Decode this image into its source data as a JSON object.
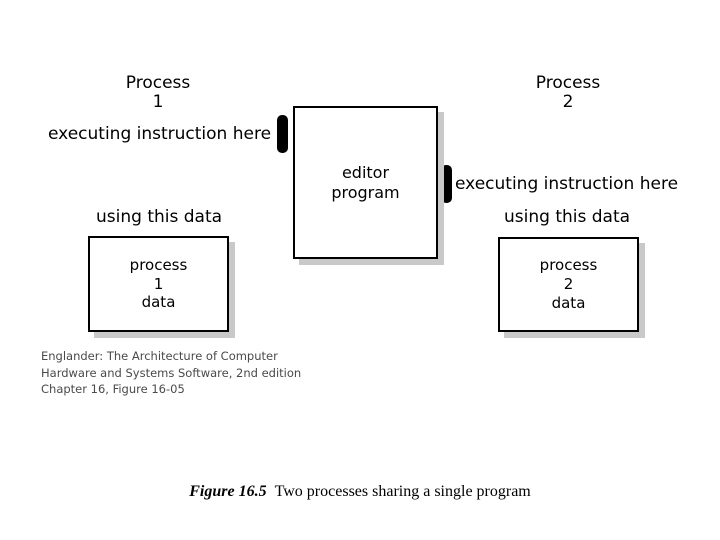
{
  "figure": {
    "number_label": "Figure 16.5",
    "caption_text": "Two processes sharing a single program"
  },
  "attribution": {
    "line1": "Englander: The Architecture of Computer",
    "line2": "Hardware and Systems Software, 2nd edition",
    "line3": "Chapter 16, Figure 16-05"
  },
  "diagram": {
    "shared_program_box": {
      "line1": "editor",
      "line2": "program"
    },
    "process1": {
      "title_line1": "Process",
      "title_line2": "1",
      "executing_label": "executing instruction here",
      "using_label": "using this data",
      "data_box": {
        "line1": "process",
        "line2": "1",
        "line3": "data"
      }
    },
    "process2": {
      "title_line1": "Process",
      "title_line2": "2",
      "executing_label": "executing instruction here",
      "using_label": "using this data",
      "data_box": {
        "line1": "process",
        "line2": "2",
        "line3": "data"
      }
    },
    "markers": {
      "process1_pointer_name": "instruction-pointer-marker",
      "process2_pointer_name": "instruction-pointer-marker"
    }
  },
  "colors": {
    "background": "#ffffff",
    "ink": "#000000",
    "shadow": "#c9c9c9",
    "attribution_text": "#4a4a4a"
  }
}
